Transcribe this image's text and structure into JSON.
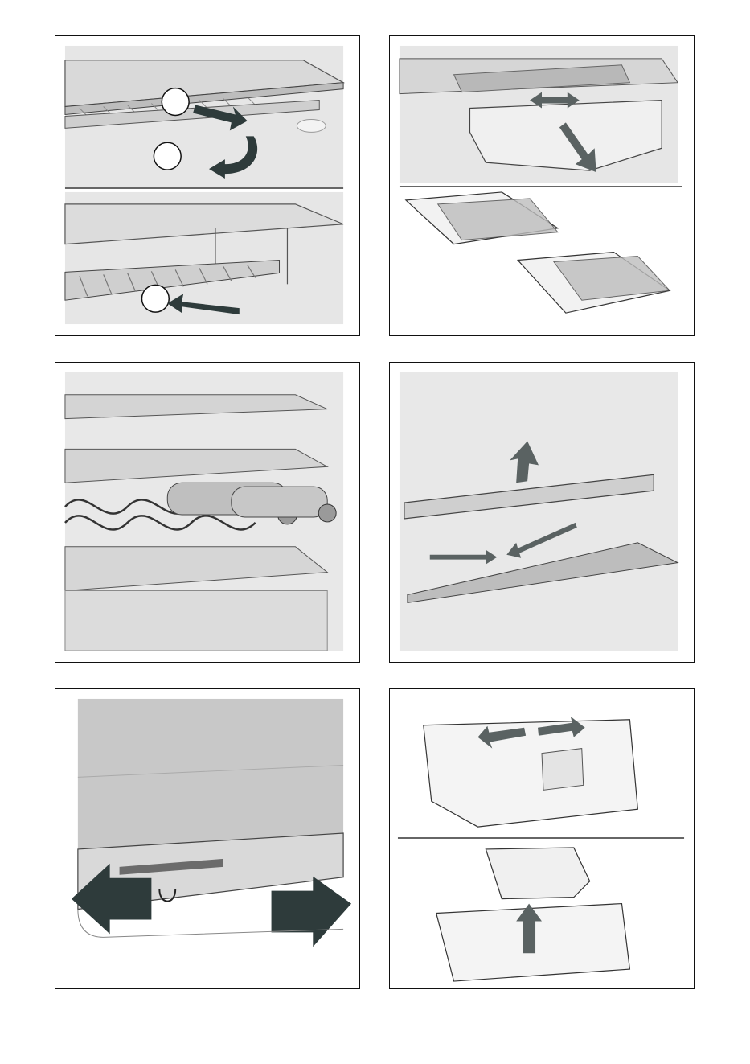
{
  "page": {
    "panels": [
      {
        "id": "shelf-removal",
        "steps": [
          "",
          "",
          ""
        ]
      },
      {
        "id": "glass-cover-drawer"
      },
      {
        "id": "wine-rack"
      },
      {
        "id": "crisper-cover-removal"
      },
      {
        "id": "shelf-slide"
      },
      {
        "id": "drawer-divider-and-insert"
      }
    ]
  },
  "colors": {
    "frame": "#111111",
    "fridge_wall": "#e6e6e6",
    "shelf": "#d2d2d2",
    "dark_arrow": "#2e3b3b",
    "light_arrow": "#5a6262"
  },
  "icons": [
    "arrow-right-icon",
    "arrow-left-icon",
    "arrow-up-icon",
    "arrow-down-icon",
    "curved-arrow-icon",
    "double-arrow-icon"
  ]
}
